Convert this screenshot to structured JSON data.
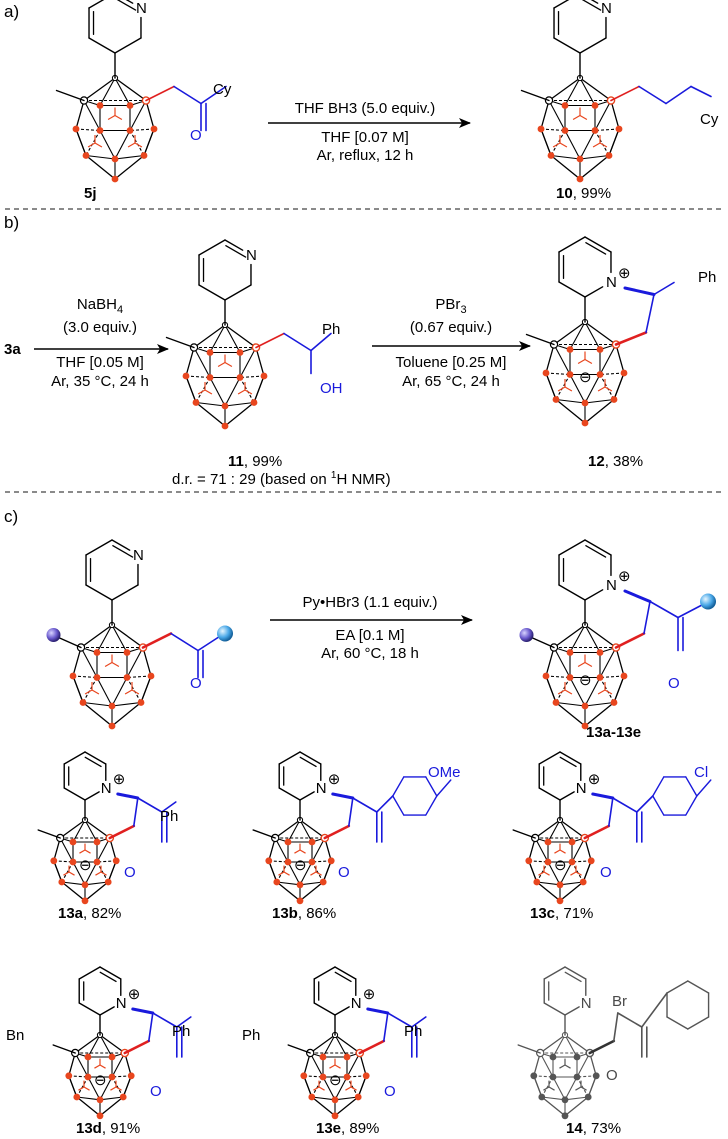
{
  "panels": {
    "a": {
      "label": "a)",
      "reagents": [
        "THF BH3 (5.0 equiv.)",
        "THF [0.07 M]",
        "Ar, reflux, 12 h"
      ],
      "sm_label": "5j",
      "sm_subst": "Cy",
      "sm_oxygen": "O",
      "prod_bold": "10",
      "prod_yield": ", 99%",
      "prod_subst": "Cy"
    },
    "b": {
      "label": "b)",
      "sm": "3a",
      "reagents1": [
        "NaBH4",
        "(3.0 equiv.)",
        "THF [0.05 M]",
        "Ar, 35 °C, 24 h"
      ],
      "reagents2": [
        "PBr3",
        "(0.67 equiv.)",
        "Toluene [0.25 M]",
        "Ar, 65 °C, 24 h"
      ],
      "int_bold": "11",
      "int_yield": ", 99%",
      "int_subst": "Ph",
      "int_oh": "OH",
      "dr": "d.r. = 71 : 29 (based on 1H NMR)",
      "prod_bold": "12",
      "prod_yield": ", 38%",
      "prod_subst": "Ph"
    },
    "c": {
      "label": "c)",
      "reagents": [
        "Py•HBr3 (1.1 equiv.)",
        "EA [0.1 M]",
        "Ar, 60 °C, 18 h"
      ],
      "sm_oxygen": "O",
      "prod_oxygen": "O",
      "prod_label": "13a-13e"
    }
  },
  "compounds": [
    {
      "id": "13a",
      "bold": "13a",
      "yield": ",  82%",
      "left": "",
      "acyl": "Ph"
    },
    {
      "id": "13b",
      "bold": "13b",
      "yield": ",  86%",
      "left": "",
      "acyl": "OMe"
    },
    {
      "id": "13c",
      "bold": "13c",
      "yield": ", 71%",
      "left": "",
      "acyl": "Cl"
    },
    {
      "id": "13d",
      "bold": "13d",
      "yield": ",  91%",
      "left": "Bn",
      "acyl": "Ph"
    },
    {
      "id": "13e",
      "bold": "13e",
      "yield": ", 89%",
      "left": "Ph",
      "acyl": "Ph"
    },
    {
      "id": "14",
      "bold": "14",
      "yield": ",  73%",
      "left": "",
      "acyl": "Br"
    }
  ],
  "atoms": {
    "N": "N",
    "O": "O",
    "plus": "⊕",
    "minus": "⊖"
  },
  "colors": {
    "orange": "#e8461e",
    "red": "#e02020",
    "blue": "#1a1adc",
    "purple": "#6a5acd",
    "cyan": "#4aa8e8",
    "grey": "#555555"
  }
}
